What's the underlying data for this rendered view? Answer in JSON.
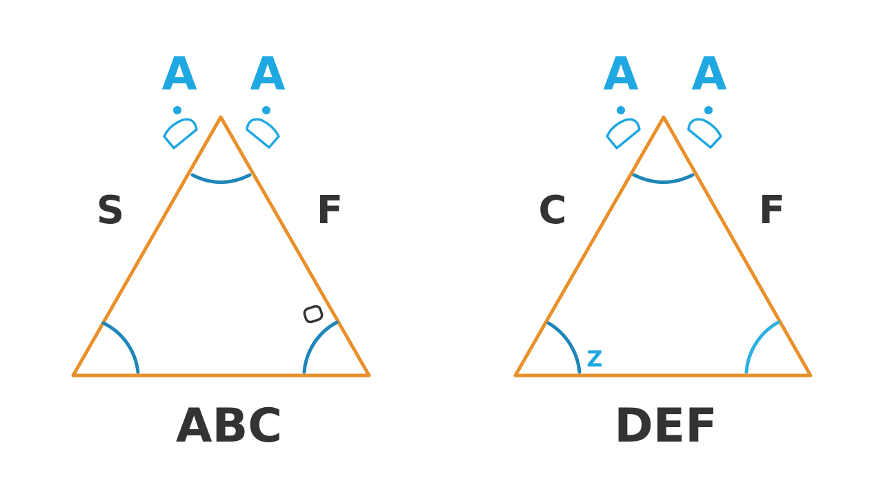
{
  "colors": {
    "triangle": "#E8902A",
    "arc_dark": "#1E86B8",
    "arc_light": "#2BB0E0",
    "accent": "#1EA7E0",
    "text": "#333333"
  },
  "figures": [
    {
      "name": "ABC",
      "side_left": "S",
      "side_right": "F",
      "top_marks": [
        "A",
        "A"
      ],
      "corner_mark": "O"
    },
    {
      "name": "DEF",
      "side_left": "C",
      "side_right": "F",
      "top_marks": [
        "A",
        "A"
      ],
      "corner_mark": "Z"
    }
  ]
}
